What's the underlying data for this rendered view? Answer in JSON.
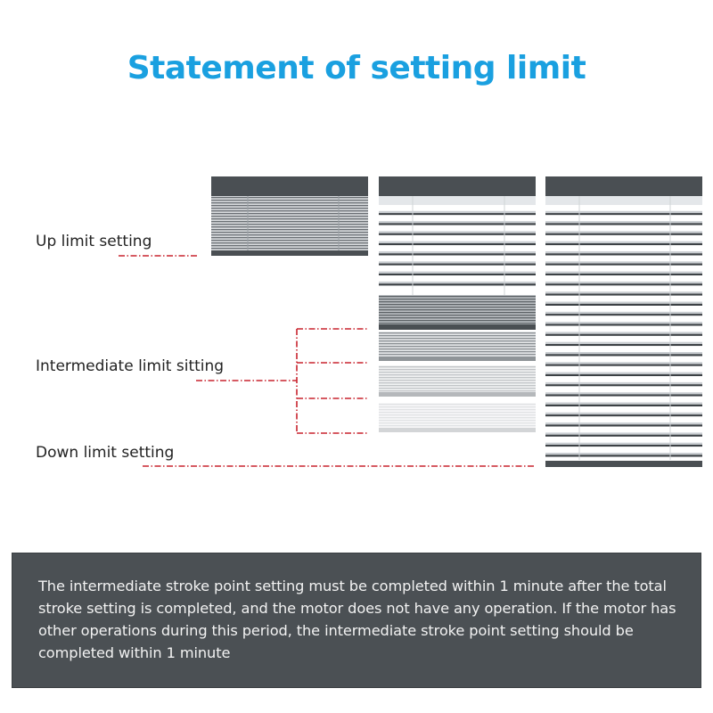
{
  "title": "Statement of setting limit",
  "labels": {
    "up": "Up limit setting",
    "intermediate": "Intermediate limit sitting",
    "down": "Down limit setting"
  },
  "note": "The intermediate stroke point setting must be completed within 1 minute after the total stroke setting is completed, and the motor does not have any operation. If the motor has other operations during this period, the intermediate stroke point setting should be completed within 1 minute",
  "colors": {
    "title": "#1aa0e0",
    "guide_line": "#c8242e",
    "blind_rail": "#4a4f53",
    "note_bg": "#4b5054",
    "note_text": "#f2f2f2"
  }
}
